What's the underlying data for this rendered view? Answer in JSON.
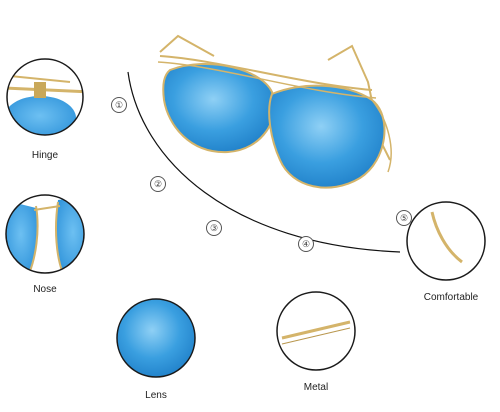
{
  "callouts": {
    "hinge": "Hinge",
    "nose": "Nose",
    "lens": "Lens",
    "metal": "Metal",
    "comfortable": "Comfortable"
  },
  "markers": [
    "①",
    "②",
    "③",
    "④",
    "⑤"
  ],
  "colors": {
    "lens_blue": "#3a9fe0",
    "lens_blue_light": "#7cc4f0",
    "frame_gold": "#d4b46a",
    "circle_border": "#1a1a1a",
    "arc": "#111111"
  }
}
